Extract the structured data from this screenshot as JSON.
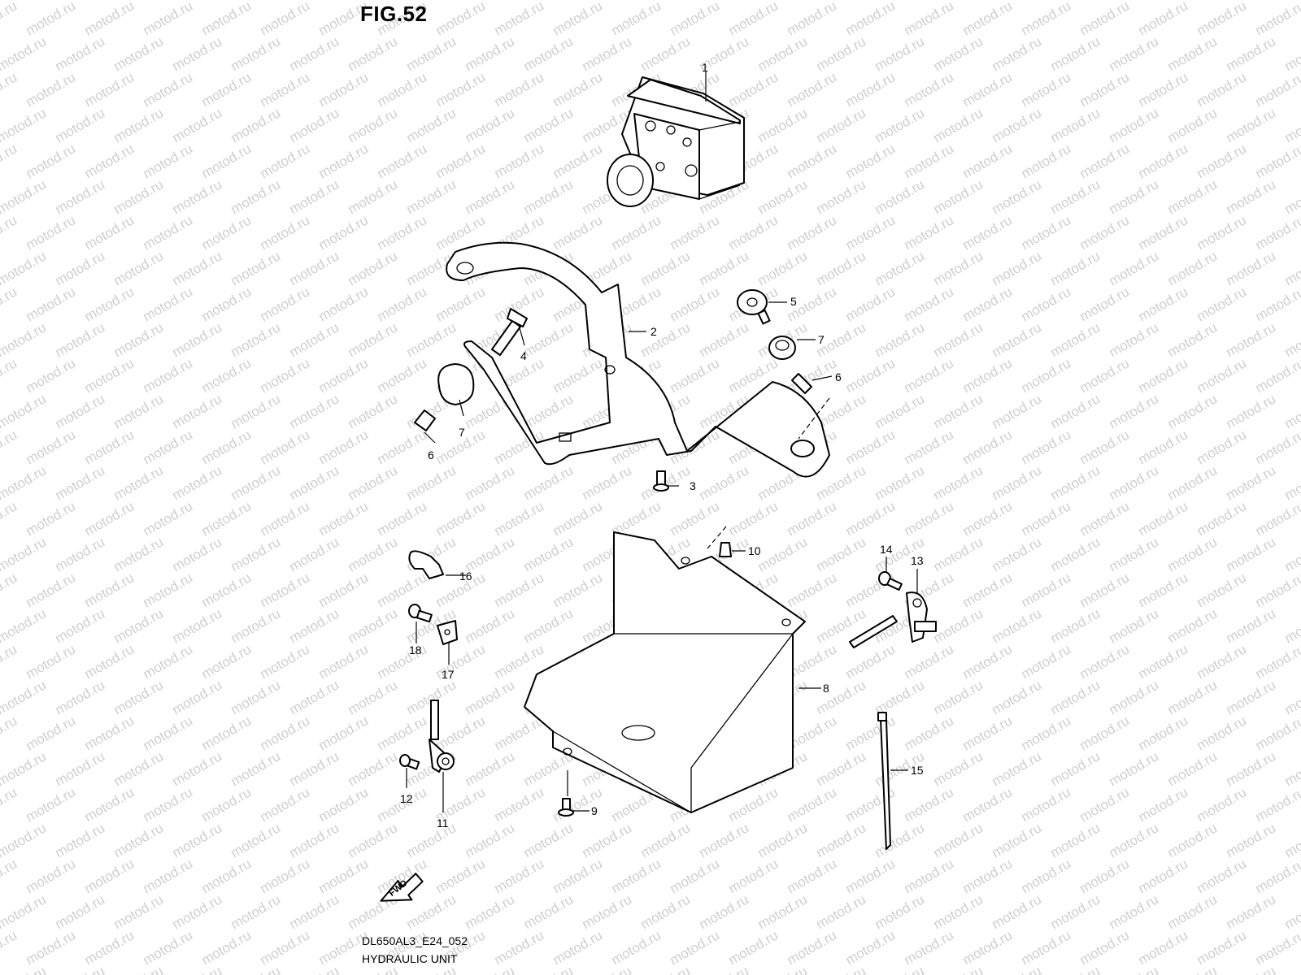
{
  "figure": {
    "title": "FIG.52"
  },
  "footer": {
    "code": "DL650AL3_E24_052",
    "name": "HYDRAULIC UNIT"
  },
  "fwd_label": "FWD",
  "watermark": {
    "text": "motod.ru",
    "color": "#cfcfcf"
  },
  "callouts": {
    "c1": "1",
    "c2": "2",
    "c3": "3",
    "c4": "4",
    "c5": "5",
    "c6a": "6",
    "c6b": "6",
    "c7a": "7",
    "c7b": "7",
    "c8": "8",
    "c9": "9",
    "c10": "10",
    "c11": "11",
    "c12": "12",
    "c13": "13",
    "c14": "14",
    "c15": "15",
    "c16": "16",
    "c17": "17",
    "c18": "18"
  }
}
